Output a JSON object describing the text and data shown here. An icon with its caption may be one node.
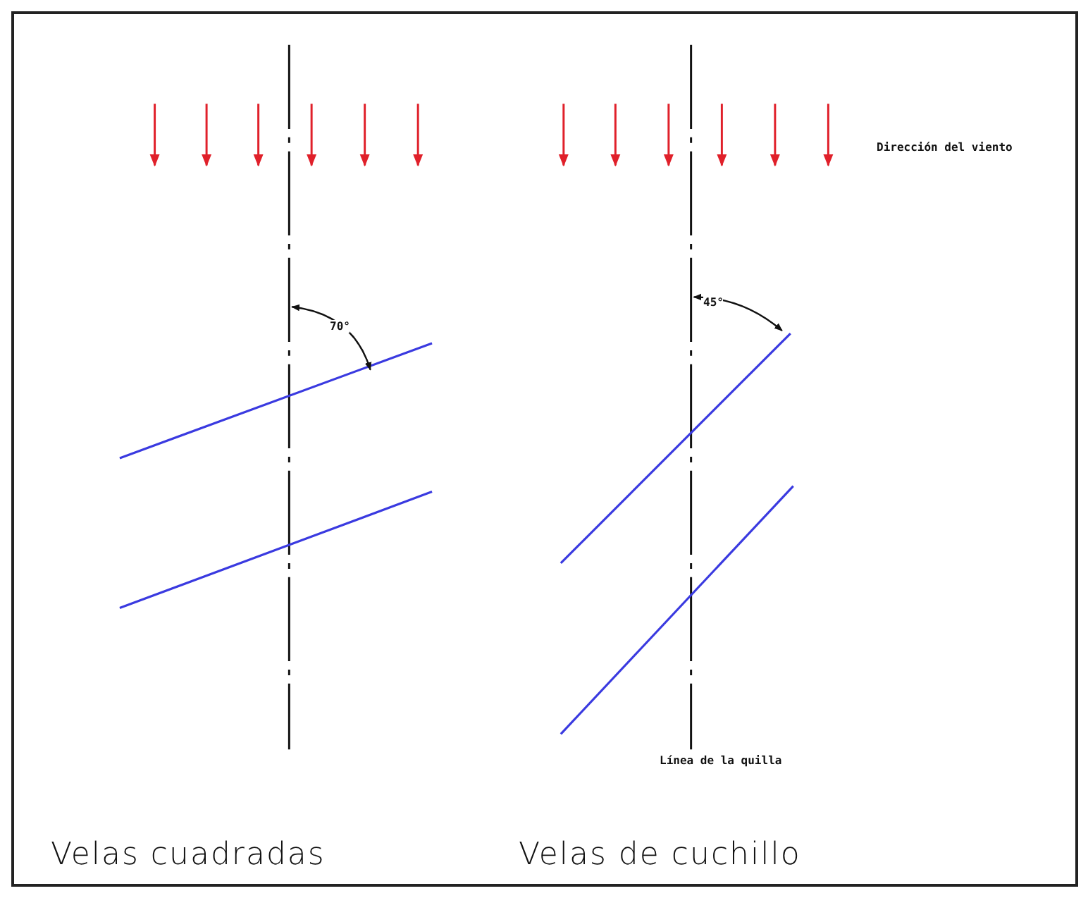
{
  "diagram": {
    "labels": [
      "Dirección del viento",
      "70°",
      "45°",
      "Línea de la quilla",
      "Velas cuadradas",
      "Velas de cuchillo"
    ]
  }
}
